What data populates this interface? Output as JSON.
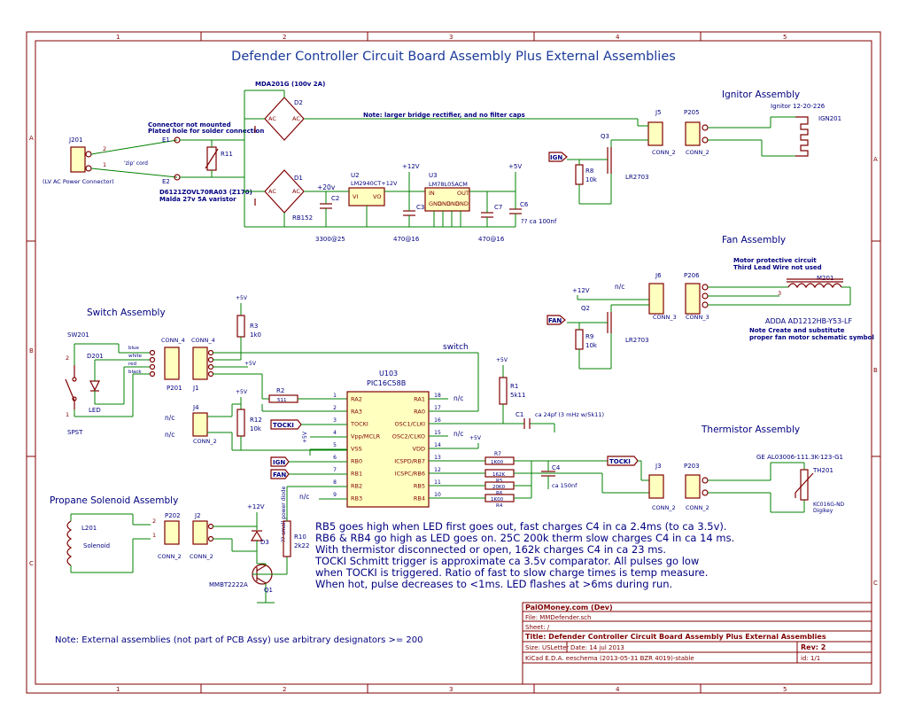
{
  "title": "Defender Controller Circuit Board Assembly Plus External Assemblies",
  "frame": {
    "col_labels": [
      "1",
      "2",
      "3",
      "4",
      "5"
    ],
    "row_labels": [
      "A",
      "B",
      "C"
    ]
  },
  "sections": {
    "ignitor": "Ignitor Assembly",
    "fan": "Fan Assembly",
    "switch": "Switch Assembly",
    "thermistor": "Thermistor Assembly",
    "propane": "Propane Solenoid Assembly"
  },
  "components": {
    "j201": {
      "ref": "J201",
      "value": "(LV AC Power Connector)"
    },
    "e1": "E1",
    "e2": "E2",
    "connector_note": {
      "line1": "Connector not mounted",
      "line2": "Plated hole for solder connection"
    },
    "zip_cord": "'zip' cord",
    "r11": "R11",
    "varistor": {
      "line1": "D6121ZOVL70RA03 (Z170)",
      "line2": "Malda 27v 5A varistor"
    },
    "d2": {
      "ref": "D2",
      "value": "MDA201G (100v 2A)"
    },
    "d1": {
      "ref": "D1",
      "value": "RB152"
    },
    "bridge_note": "Note: larger bridge rectifier, and no filter caps",
    "u2": {
      "ref": "U2",
      "value": "LM2940CT+12V",
      "vi": "VI",
      "vo": "VO"
    },
    "u3": {
      "ref": "U3",
      "value": "LM78L05ACM",
      "pins": [
        "IN",
        "GND",
        "GND",
        "GND",
        "GND",
        "OUT"
      ]
    },
    "c2": {
      "ref": "C2",
      "value": "3300@25"
    },
    "c3": {
      "ref": "C3",
      "value": "470@16"
    },
    "c7": {
      "ref": "C7",
      "value": "470@16"
    },
    "c6": {
      "ref": "C6",
      "value": "?? ca 100nf"
    },
    "plus20": "+20v",
    "plus12": "+12V",
    "plus5": "+5V",
    "j5": {
      "ref": "J5",
      "value": "CONN_2"
    },
    "p205": {
      "ref": "P205",
      "value": "CONN_2"
    },
    "ign201": {
      "ref": "IGN201",
      "value": "Ignitor 12-20-226"
    },
    "q3": {
      "ref": "Q3",
      "value": "LR2703"
    },
    "r8": {
      "ref": "R8",
      "value": "10k"
    },
    "ign_label": "IGN",
    "fan_note": {
      "line1": "Motor protective circuit",
      "line2": "Third Lead Wire not used"
    },
    "j6": {
      "ref": "J6",
      "value": "CONN_3"
    },
    "p206": {
      "ref": "P206",
      "value": "CONN_3"
    },
    "m201": {
      "ref": "M201",
      "value": "ADDA AD1212HB-Y53-LF"
    },
    "m201_note": {
      "line1": "Note Create and substitute",
      "line2": "proper fan motor schematic symbol"
    },
    "q2": {
      "ref": "Q2",
      "value": "LR2703"
    },
    "r9": {
      "ref": "R9",
      "value": "10k"
    },
    "fan_label": "FAN",
    "nc": "n/c",
    "sw201": {
      "ref": "SW201",
      "value": "SPST"
    },
    "d201": {
      "ref": "D201",
      "value": "LED"
    },
    "wire_colors": [
      "blue",
      "white",
      "red",
      "black"
    ],
    "p201": {
      "ref": "P201",
      "value": "CONN_4"
    },
    "j1": {
      "ref": "J1",
      "value": "CONN_4"
    },
    "r3": {
      "ref": "R3",
      "value": "1k0"
    },
    "r2": {
      "ref": "R2",
      "value": "511"
    },
    "switch_net": "switch",
    "j4": {
      "ref": "J4",
      "value": "CONN_2"
    },
    "r12": {
      "ref": "R12",
      "value": "10k"
    },
    "u103": {
      "ref": "U103",
      "value": "PIC16C58B",
      "left_pins": [
        {
          "num": "1",
          "name": "RA2"
        },
        {
          "num": "2",
          "name": "RA3"
        },
        {
          "num": "3",
          "name": "TOCKI"
        },
        {
          "num": "4",
          "name": "Vpp/MCLR"
        },
        {
          "num": "5",
          "name": "VSS"
        },
        {
          "num": "6",
          "name": "RB0"
        },
        {
          "num": "7",
          "name": "RB1"
        },
        {
          "num": "8",
          "name": "RB2"
        },
        {
          "num": "9",
          "name": "RB3"
        }
      ],
      "right_pins": [
        {
          "num": "18",
          "name": "RA1"
        },
        {
          "num": "17",
          "name": "RA0"
        },
        {
          "num": "16",
          "name": "OSC1/CLKI"
        },
        {
          "num": "15",
          "name": "OSC2/CLKO"
        },
        {
          "num": "14",
          "name": "VDD"
        },
        {
          "num": "13",
          "name": "ICSPD/RB7"
        },
        {
          "num": "12",
          "name": "ICSPC/RB6"
        },
        {
          "num": "11",
          "name": "RB5"
        },
        {
          "num": "10",
          "name": "RB4"
        }
      ]
    },
    "r1": {
      "ref": "R1",
      "value": "5k11"
    },
    "c1": {
      "ref": "C1",
      "value": "ca 24pf (3 mHz w/5k11)"
    },
    "r7": {
      "ref": "R7",
      "value": "1K00"
    },
    "r5": {
      "ref": "R5",
      "value": "162K"
    },
    "r6": {
      "ref": "R6",
      "value": "20K0"
    },
    "r4": {
      "ref": "R4",
      "value": "1K00"
    },
    "c4": {
      "ref": "C4",
      "value": "ca 150nf"
    },
    "tocki_label": "TOCKI",
    "j3": {
      "ref": "J3",
      "value": "CONN_2"
    },
    "p203": {
      "ref": "P203",
      "value": "CONN_2"
    },
    "th201": {
      "ref": "TH201",
      "value": "GE AL03006-111.3K-123-G1",
      "dk1": "KC016G-ND",
      "dk2": "Digikey"
    },
    "l201": {
      "ref": "L201",
      "value": "Solenoid"
    },
    "p202": {
      "ref": "P202",
      "value": "CONN_2"
    },
    "j2": {
      "ref": "J2",
      "value": "CONN_2"
    },
    "d3": {
      "ref": "D3",
      "value": "?? small power diode"
    },
    "r10": {
      "ref": "R10",
      "value": "2k22"
    },
    "q1": {
      "ref": "Q1",
      "value": "MMBT2222A"
    }
  },
  "notes": {
    "timing": [
      "RB5 goes high when LED first goes out, fast charges C4 in ca 2.4ms (to ca 3.5v).",
      "RB6 & RB4 go high as LED goes on. 25C 200k therm slow charges C4 in ca 14 ms.",
      "With thermistor disconnected or open, 162k charges C4 in ca 23 ms.",
      "TOCKI Schmitt trigger is approximate ca 3.5v comparator. All pulses go low",
      "when TOCKI is triggered. Ratio of fast to slow charge times is temp measure.",
      "When hot, pulse decreases to <1ms. LED flashes at >6ms during run."
    ],
    "external": "Note: External assemblies (not part of PCB Assy) use arbitrary designators >= 200"
  },
  "title_block": {
    "company": "PalOMoney.com (Dev)",
    "file": "File: MMDefender.sch",
    "sheet": "Sheet: /",
    "title": "Title: Defender Controller Circuit Board Assembly Plus External Assemblies",
    "size": "Size: USLetter",
    "date": "Date: 14 jul 2013",
    "rev": "Rev: 2",
    "kicad": "KiCad E.D.A.  eeschema (2013-05-31 BZR 4019)-stable",
    "id": "id: 1/1"
  }
}
